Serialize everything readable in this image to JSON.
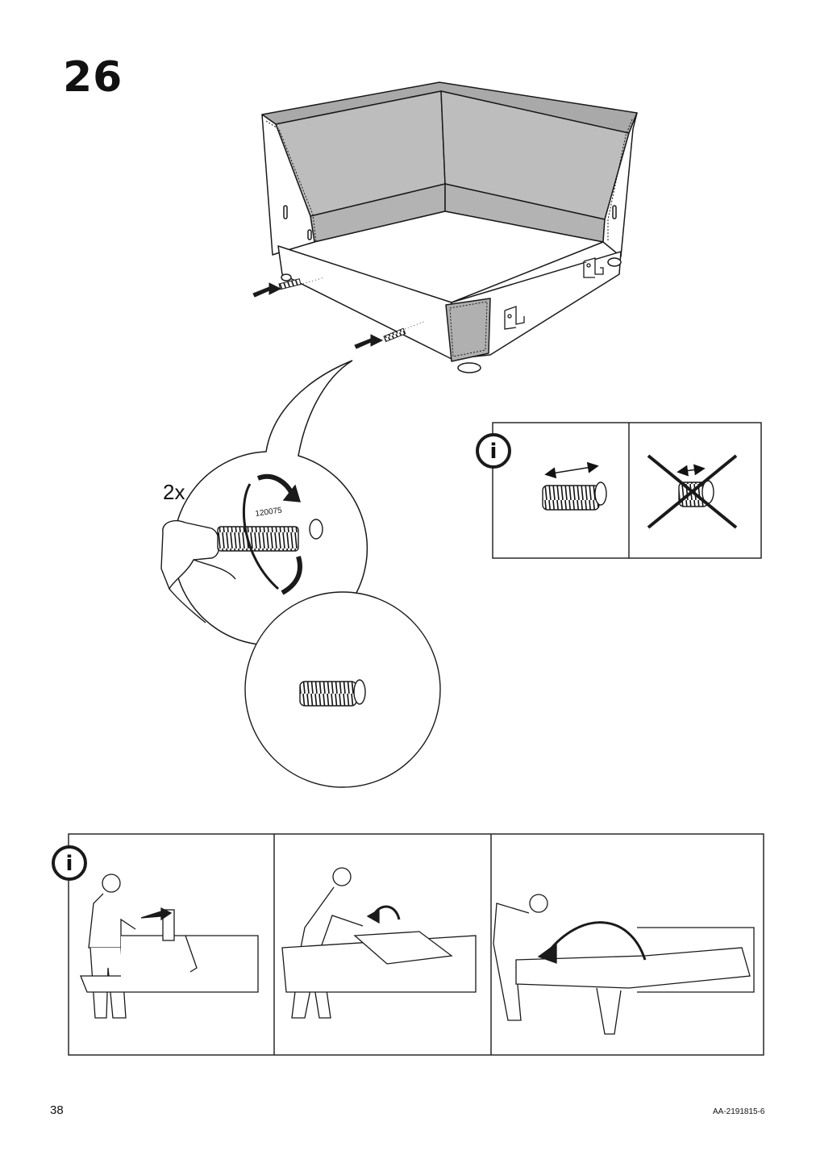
{
  "step": {
    "number": "26"
  },
  "callout": {
    "quantity": "2x",
    "part_number": "120075"
  },
  "info_icons": {
    "glyph": "i"
  },
  "footer": {
    "page_number": "38",
    "document_code": "AA-2191815-6"
  },
  "colors": {
    "ink": "#1a1a1a",
    "upholstery_gray": "#bdbdbd",
    "upholstery_dark": "#a9a9a9",
    "paper": "#ffffff"
  },
  "icons": [
    "info-icon",
    "arrow-icon",
    "screw-icon",
    "bracket-icon",
    "cross-icon"
  ]
}
